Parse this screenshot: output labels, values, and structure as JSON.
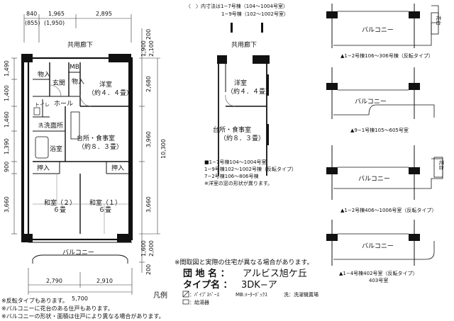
{
  "top_notes": {
    "line1": "〈　〉内寸法は1−7号棟（104〜1004号室）",
    "line2": "1−9号棟（102〜1002号室）"
  },
  "dims": {
    "top": [
      "840",
      "1,965",
      "2,895"
    ],
    "top_paren": [
      "(855)",
      "(1,950)"
    ],
    "left": [
      "1,490",
      "1,400",
      "1,460",
      "1,390",
      "900",
      "3,660"
    ],
    "right_a": [
      "200",
      "1,900",
      "2,100",
      "2,680",
      "3,960",
      "3,660",
      "1,600",
      "2,000",
      "200"
    ],
    "right_total": "10,300",
    "bottom": [
      "2,790",
      "2,910"
    ],
    "bottom_total": "5,700"
  },
  "rooms": {
    "corridor": "共用廊下",
    "storage1": "物入",
    "mb": "MB",
    "entrance": "玄関",
    "storage2": "物入",
    "western": "洋室",
    "western_size": "（約４．４畳）",
    "hall": "ホール",
    "toilet": "トイレ",
    "wash_icon": "洗",
    "washroom": "洗面所",
    "kitchen": "台所・食事室",
    "kitchen_size": "（約８．３畳）",
    "bath": "浴室",
    "closet_left": "押入",
    "closet_right": "押入",
    "jroom2": "和室（２）",
    "jroom2_size": "６畳",
    "jroom1": "和室（１）",
    "jroom1_size": "６畳",
    "balcony": "バルコニー"
  },
  "alt_plan": {
    "corridor": "共用廊下",
    "western": "洋室",
    "western_size": "（約４．４畳）",
    "kitchen": "台所・食事室",
    "kitchen_size": "（約８．３畳）",
    "notes": [
      "■1−7号棟104〜1004号室",
      "1−9号棟102〜1002号棟（反転タイプ）",
      "7−2号棟106〜806号棟",
      "※洋室の窓の形状が異ります。"
    ]
  },
  "balconies": [
    {
      "label": "バルコニー",
      "flower": "花台",
      "caption": "▲1−2号棟106〜306号棟（反転タイプ）"
    },
    {
      "label": "バルコニー",
      "flower": "",
      "caption": "▲9−1号棟105〜605号室"
    },
    {
      "label": "バルコニー",
      "flower": "花台",
      "caption": "▲1−2号棟406〜1006号室（反転タイプ）"
    },
    {
      "label": "バルコニー",
      "flower": "",
      "caption": "▲1−4号棟402号室（反転タイプ）",
      "caption2": "403号室"
    }
  ],
  "info": {
    "disclaimer": "※間取図と実際の住宅が異なる場合があります。",
    "estate_label": "団 地 名 ：",
    "estate_value": "アルビス旭ケ丘",
    "type_label": "タイプ名 ：",
    "type_value": "3DK−ア"
  },
  "legend": {
    "title": "凡例",
    "items": [
      "：ﾊﾟｲﾌﾟｽﾍﾟｰｽ",
      "MB:ﾒｰﾀｰﾎﾞｯｸｽ",
      "洗：洗濯機置場",
      "：給湯器"
    ]
  },
  "footnotes": [
    "※反転タイプもあります。",
    "※バルコニーに花台のある住戸もあります。",
    "※バルコニーの形状・面積は住戸により異なる場合があります。"
  ]
}
